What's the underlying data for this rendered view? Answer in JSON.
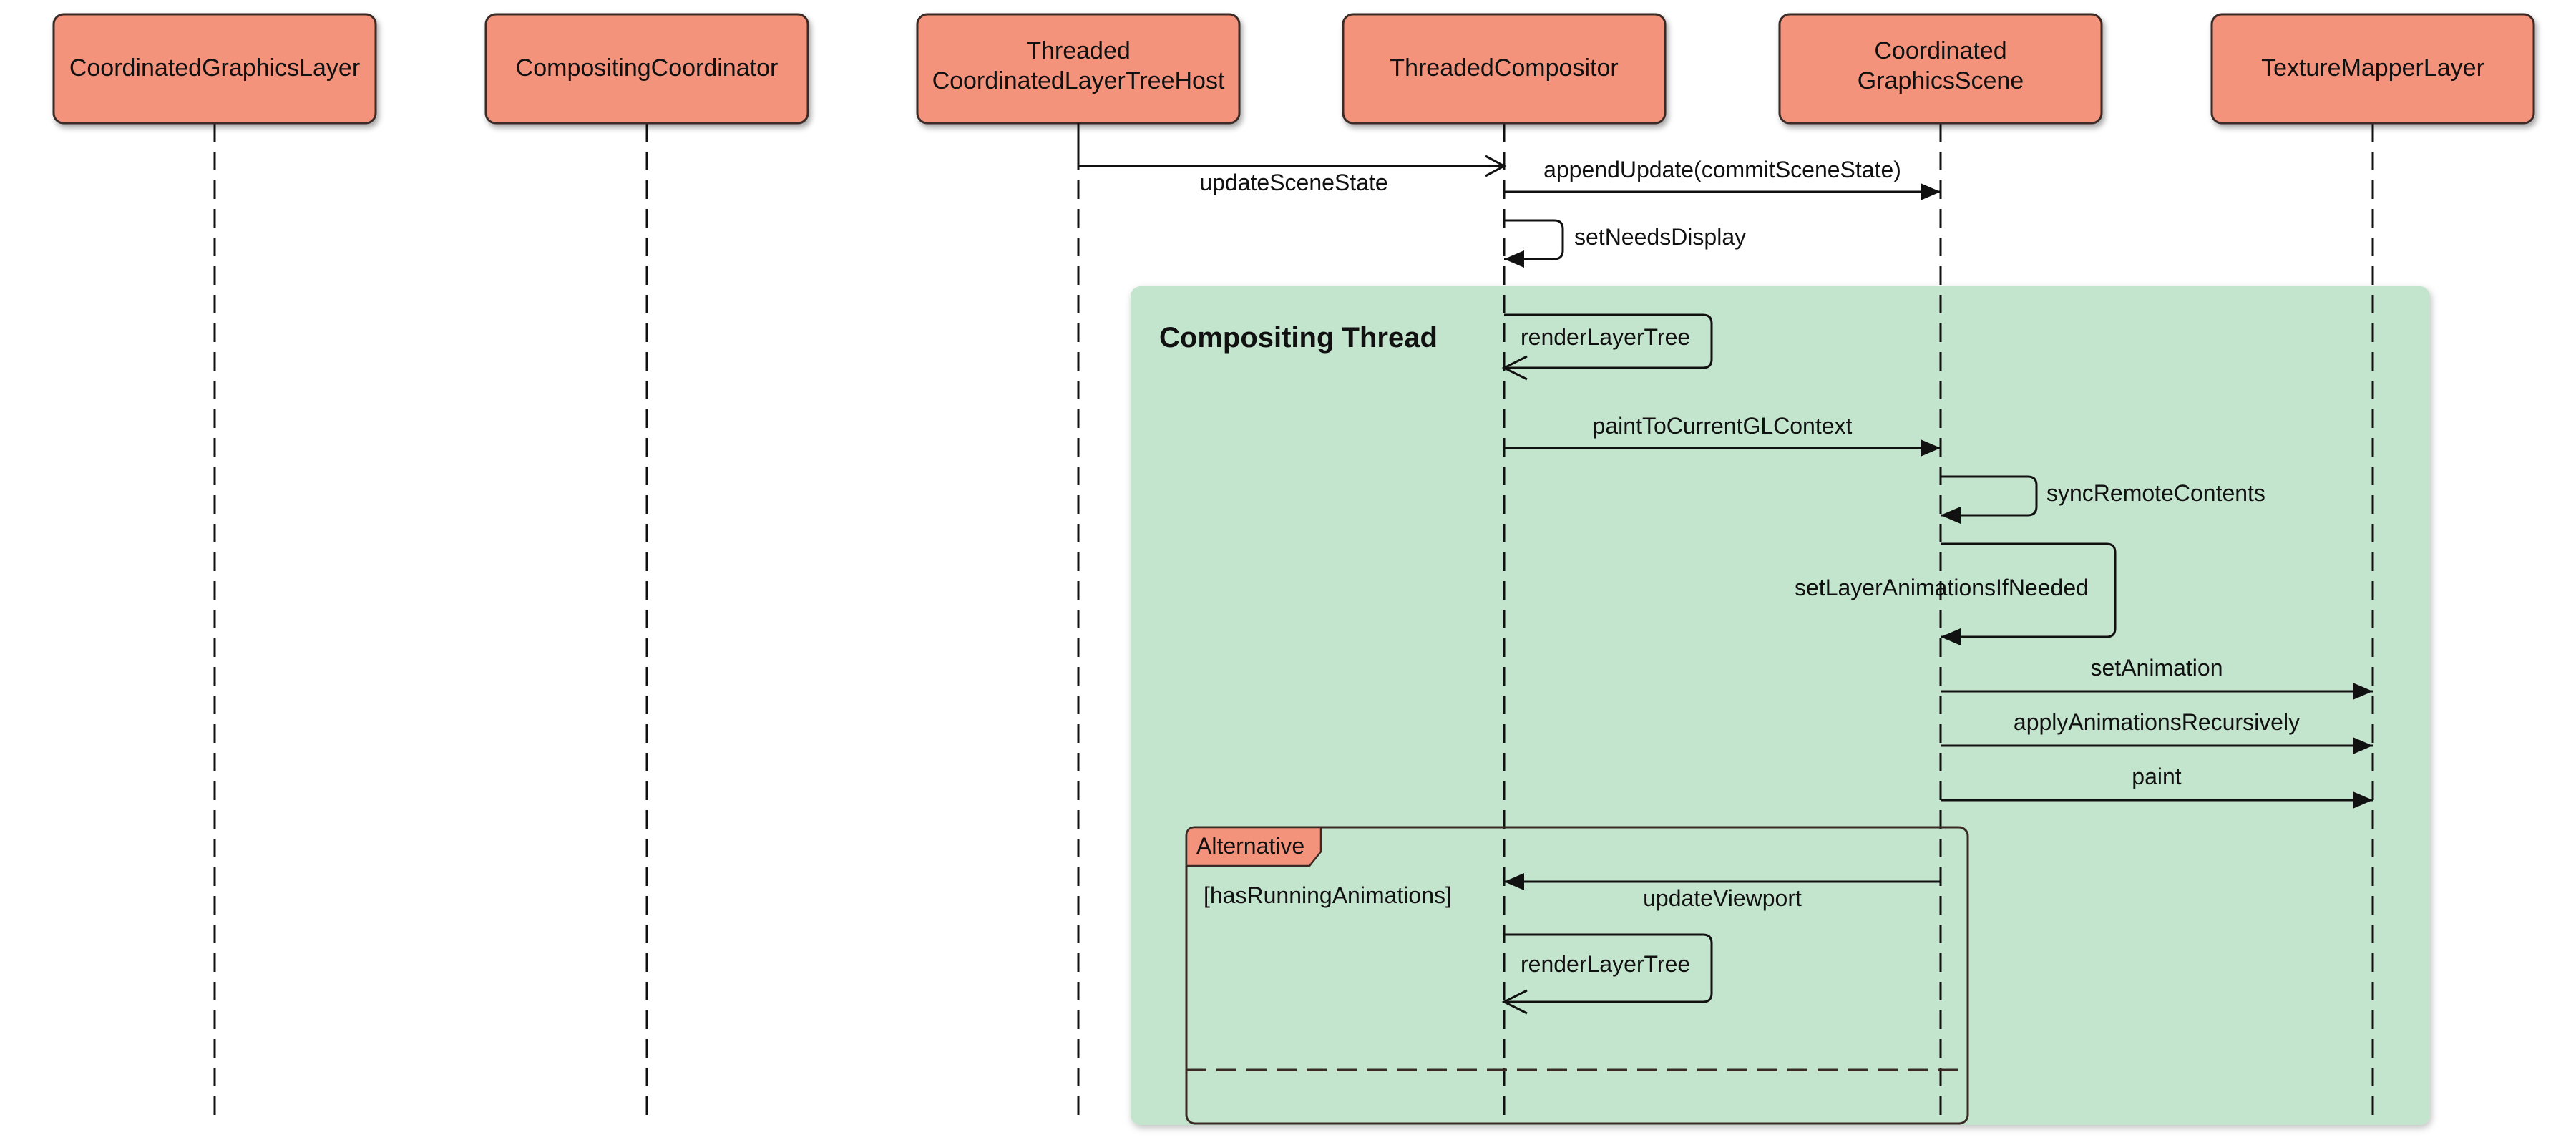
{
  "participants": [
    {
      "id": "cgl",
      "lines": [
        "CoordinatedGraphicsLayer"
      ]
    },
    {
      "id": "cc",
      "lines": [
        "CompositingCoordinator"
      ]
    },
    {
      "id": "tclth",
      "lines": [
        "Threaded",
        "CoordinatedLayerTreeHost"
      ]
    },
    {
      "id": "tc",
      "lines": [
        "ThreadedCompositor"
      ]
    },
    {
      "id": "cgs",
      "lines": [
        "Coordinated",
        "GraphicsScene"
      ]
    },
    {
      "id": "tml",
      "lines": [
        "TextureMapperLayer"
      ]
    }
  ],
  "region": {
    "title": "Compositing Thread"
  },
  "alt": {
    "tag": "Alternative",
    "guard": "[hasRunningAnimations]"
  },
  "messages": [
    {
      "from": "tclth",
      "to": "tc",
      "label": "updateSceneState",
      "arrow": "open"
    },
    {
      "from": "tc",
      "to": "cgs",
      "label": "appendUpdate(commitSceneState)",
      "arrow": "filled"
    },
    {
      "from": "tc",
      "to": "tc",
      "label": "setNeedsDisplay",
      "arrow": "filled"
    },
    {
      "from": "tc",
      "to": "tc",
      "label": "renderLayerTree",
      "arrow": "open"
    },
    {
      "from": "tc",
      "to": "cgs",
      "label": "paintToCurrentGLContext",
      "arrow": "filled"
    },
    {
      "from": "cgs",
      "to": "cgs",
      "label": "syncRemoteContents",
      "arrow": "filled"
    },
    {
      "from": "cgs",
      "to": "cgs",
      "label": "setLayerAnimationsIfNeeded",
      "arrow": "filled"
    },
    {
      "from": "cgs",
      "to": "tml",
      "label": "setAnimation",
      "arrow": "filled"
    },
    {
      "from": "cgs",
      "to": "tml",
      "label": "applyAnimationsRecursively",
      "arrow": "filled"
    },
    {
      "from": "cgs",
      "to": "tml",
      "label": "paint",
      "arrow": "filled"
    },
    {
      "from": "cgs",
      "to": "tc",
      "label": "updateViewport",
      "arrow": "filled"
    },
    {
      "from": "tc",
      "to": "tc",
      "label": "renderLayerTree",
      "arrow": "open"
    }
  ]
}
